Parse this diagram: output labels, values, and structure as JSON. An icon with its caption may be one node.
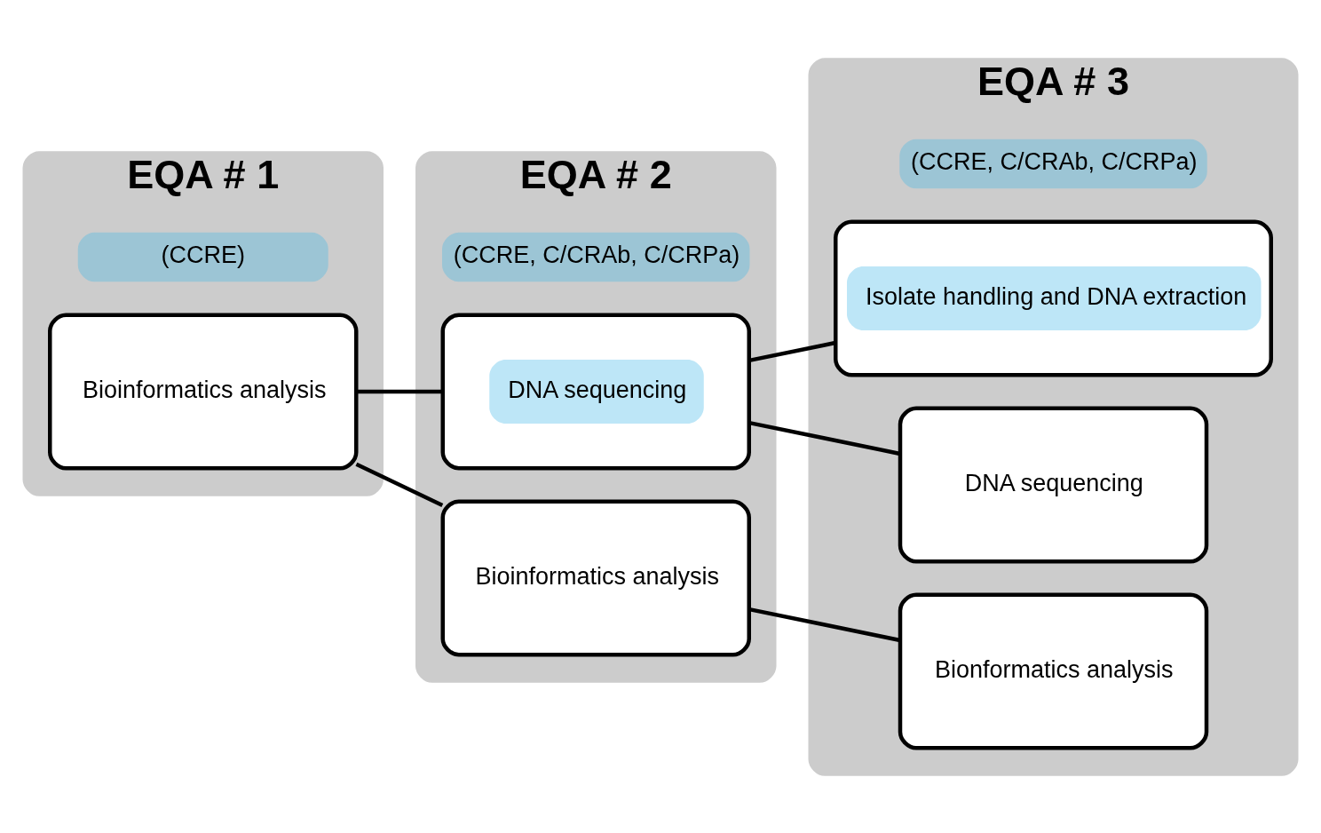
{
  "diagram": {
    "nodes": [
      {
        "text": [
          "EQA # 1"
        ]
      },
      {
        "text": [
          "(CCRE)"
        ],
        "in": 0
      },
      {
        "text": [
          "Bioinformatics analysis"
        ],
        "in": 0
      },
      {
        "text": [
          "EQA # 2"
        ]
      },
      {
        "text": [
          "(CCRE, C/CRAb, C/CRPa)"
        ],
        "in": 3
      },
      {
        "text": [
          "DNA sequencing"
        ],
        "in": 3
      },
      {
        "text": [
          "Bioinformatics analysis"
        ],
        "in": 3
      },
      {
        "text": [
          "EQA # 3"
        ]
      },
      {
        "text": [
          "(CCRE, C/CRAb, C/CRPa)"
        ],
        "in": 7
      },
      {
        "text": [
          "Isolate handling and DNA extraction"
        ],
        "in": 7
      },
      {
        "text": [
          "DNA sequencing"
        ],
        "in": 7
      },
      {
        "text": [
          "Bionformatics analysis"
        ],
        "in": 7
      }
    ],
    "edges": [
      {
        "from": 2,
        "to": 5,
        "arrow": "none"
      },
      {
        "from": 2,
        "to": 6,
        "arrow": "none"
      },
      {
        "from": 5,
        "to": 9,
        "arrow": "none"
      },
      {
        "from": 5,
        "to": 10,
        "arrow": "none"
      },
      {
        "from": 6,
        "to": 11,
        "arrow": "none"
      }
    ]
  }
}
